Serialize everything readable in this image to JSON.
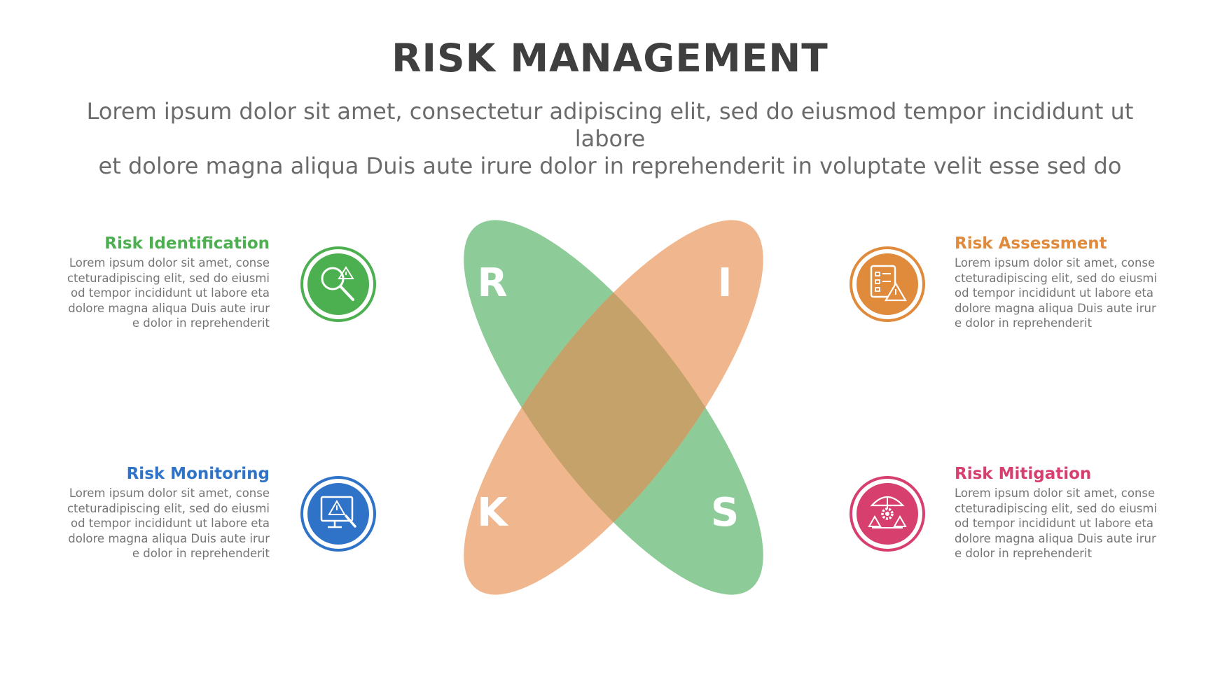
{
  "title": "RISK MANAGEMENT",
  "subtitle": {
    "line1": "Lorem ipsum dolor sit amet, consectetur adipiscing elit, sed do eiusmod tempor incididunt ut labore",
    "line2": "et dolore magna aliqua Duis aute irure dolor in reprehenderit in voluptate velit esse sed do"
  },
  "colors": {
    "green": "#4caf50",
    "orange": "#e08a3c",
    "blue": "#2f73c9",
    "pink": "#d63f6e",
    "ellipse_green": "#8dcc98",
    "ellipse_orange": "#f0b68d",
    "overlap": "#c4a269"
  },
  "letters": {
    "top_left": "R",
    "top_right": "I",
    "bottom_left": "K",
    "bottom_right": "S"
  },
  "items": {
    "identification": {
      "title": "Risk Identification",
      "icon": "magnifier-warning-icon",
      "lines": [
        "Lorem ipsum dolor sit amet, conse",
        "cteturadipiscing elit, sed do eiusmi",
        "od tempor incididunt ut labore eta",
        "dolore magna aliqua Duis aute irur",
        "e dolor in reprehenderit"
      ]
    },
    "assessment": {
      "title": "Risk Assessment",
      "icon": "checklist-warning-icon",
      "lines": [
        "Lorem ipsum dolor sit amet, conse",
        "cteturadipiscing elit, sed do eiusmi",
        "od tempor incididunt ut labore eta",
        "dolore magna aliqua Duis aute irur",
        "e dolor in reprehenderit"
      ]
    },
    "monitoring": {
      "title": "Risk Monitoring",
      "icon": "monitor-warning-icon",
      "lines": [
        "Lorem ipsum dolor sit amet, conse",
        "cteturadipiscing elit, sed do eiusmi",
        "od tempor incididunt ut labore eta",
        "dolore magna aliqua Duis aute irur",
        "e dolor in reprehenderit"
      ]
    },
    "mitigation": {
      "title": "Risk Mitigation",
      "icon": "umbrella-gear-warning-icon",
      "lines": [
        "Lorem ipsum dolor sit amet, conse",
        "cteturadipiscing elit, sed do eiusmi",
        "od tempor incididunt ut labore eta",
        "dolore magna aliqua Duis aute irur",
        "e dolor in reprehenderit"
      ]
    }
  }
}
